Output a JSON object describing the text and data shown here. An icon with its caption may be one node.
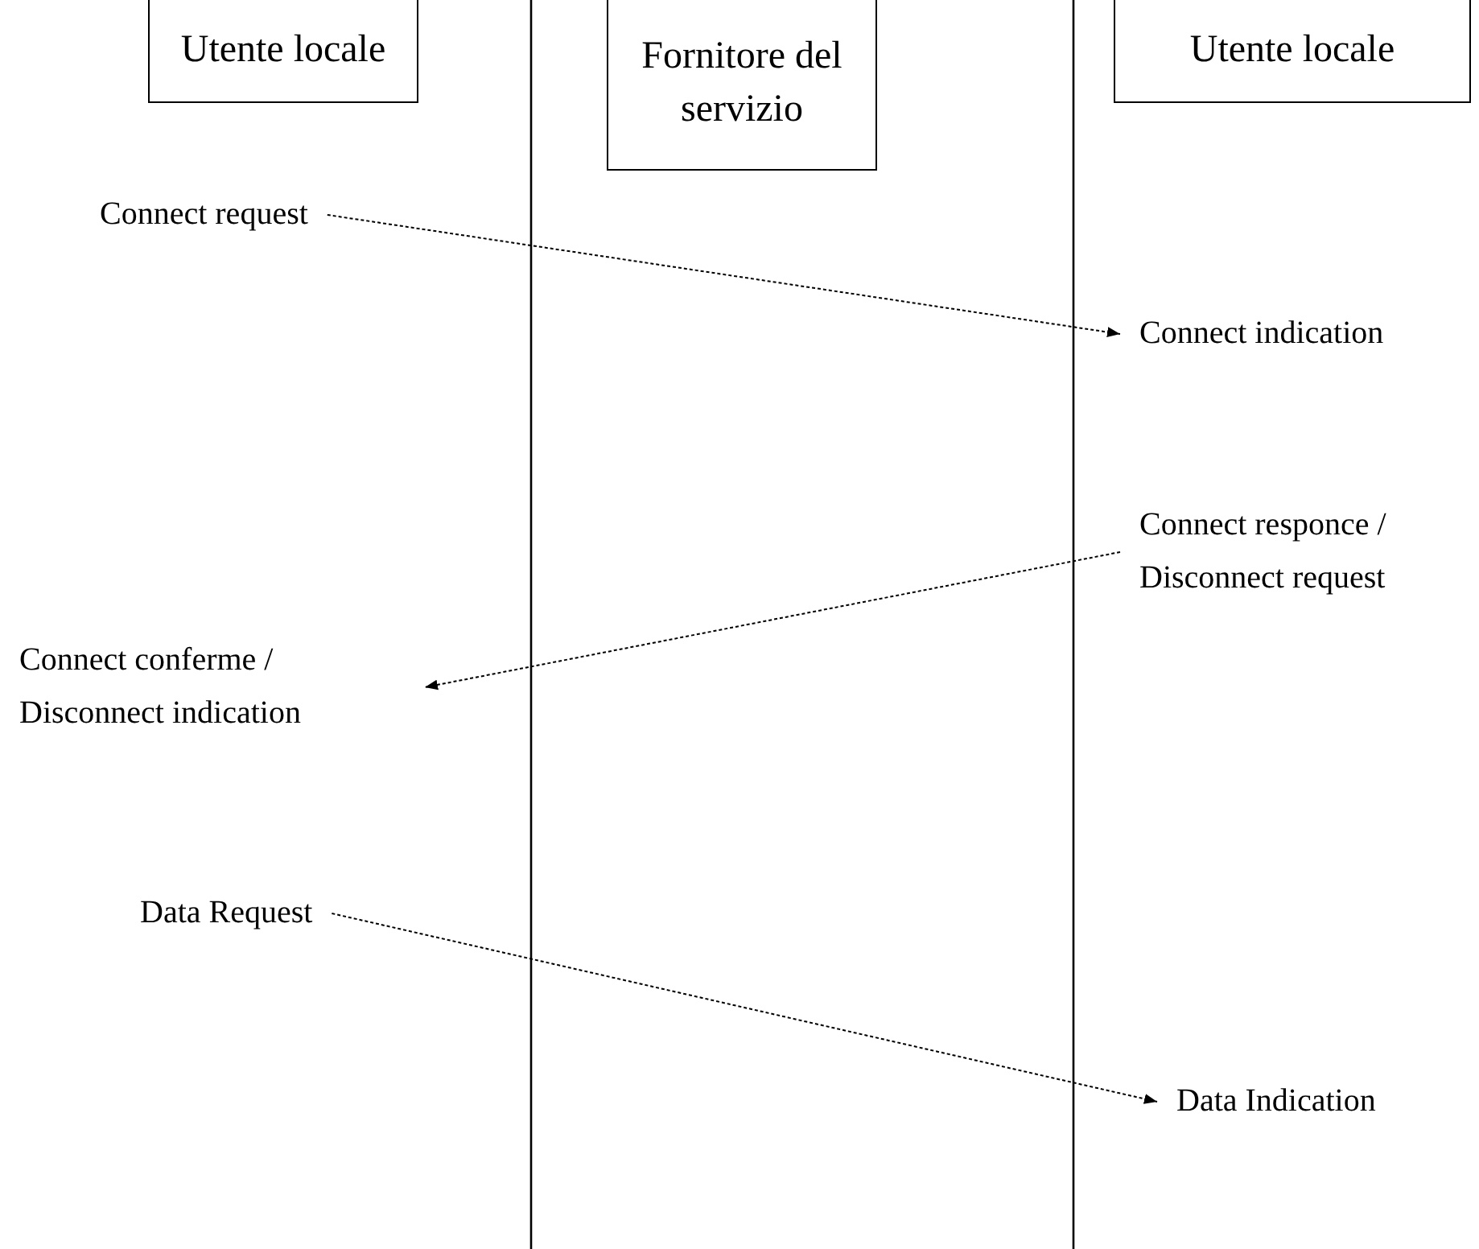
{
  "diagram": {
    "nodes": [
      {
        "text": [
          "Utente locale"
        ]
      },
      {
        "text": [
          "Fornitore del servizio"
        ]
      },
      {
        "text": [
          "Utente locale"
        ]
      },
      {
        "text": [
          "Connect request"
        ]
      },
      {
        "text": [
          "Connect indication"
        ]
      },
      {
        "text": [
          "Connect responce / Disconnect request"
        ]
      },
      {
        "text": [
          "Connect conferme / Disconnect indication"
        ]
      },
      {
        "text": [
          "Data Request"
        ]
      },
      {
        "text": [
          "Data Indication"
        ]
      }
    ],
    "edges": [
      {
        "from": 3,
        "to": 4,
        "arrow": "to",
        "style": "dashed"
      },
      {
        "from": 5,
        "to": 6,
        "arrow": "to",
        "style": "dashed"
      },
      {
        "from": 7,
        "to": 8,
        "arrow": "to",
        "style": "dashed"
      }
    ]
  }
}
